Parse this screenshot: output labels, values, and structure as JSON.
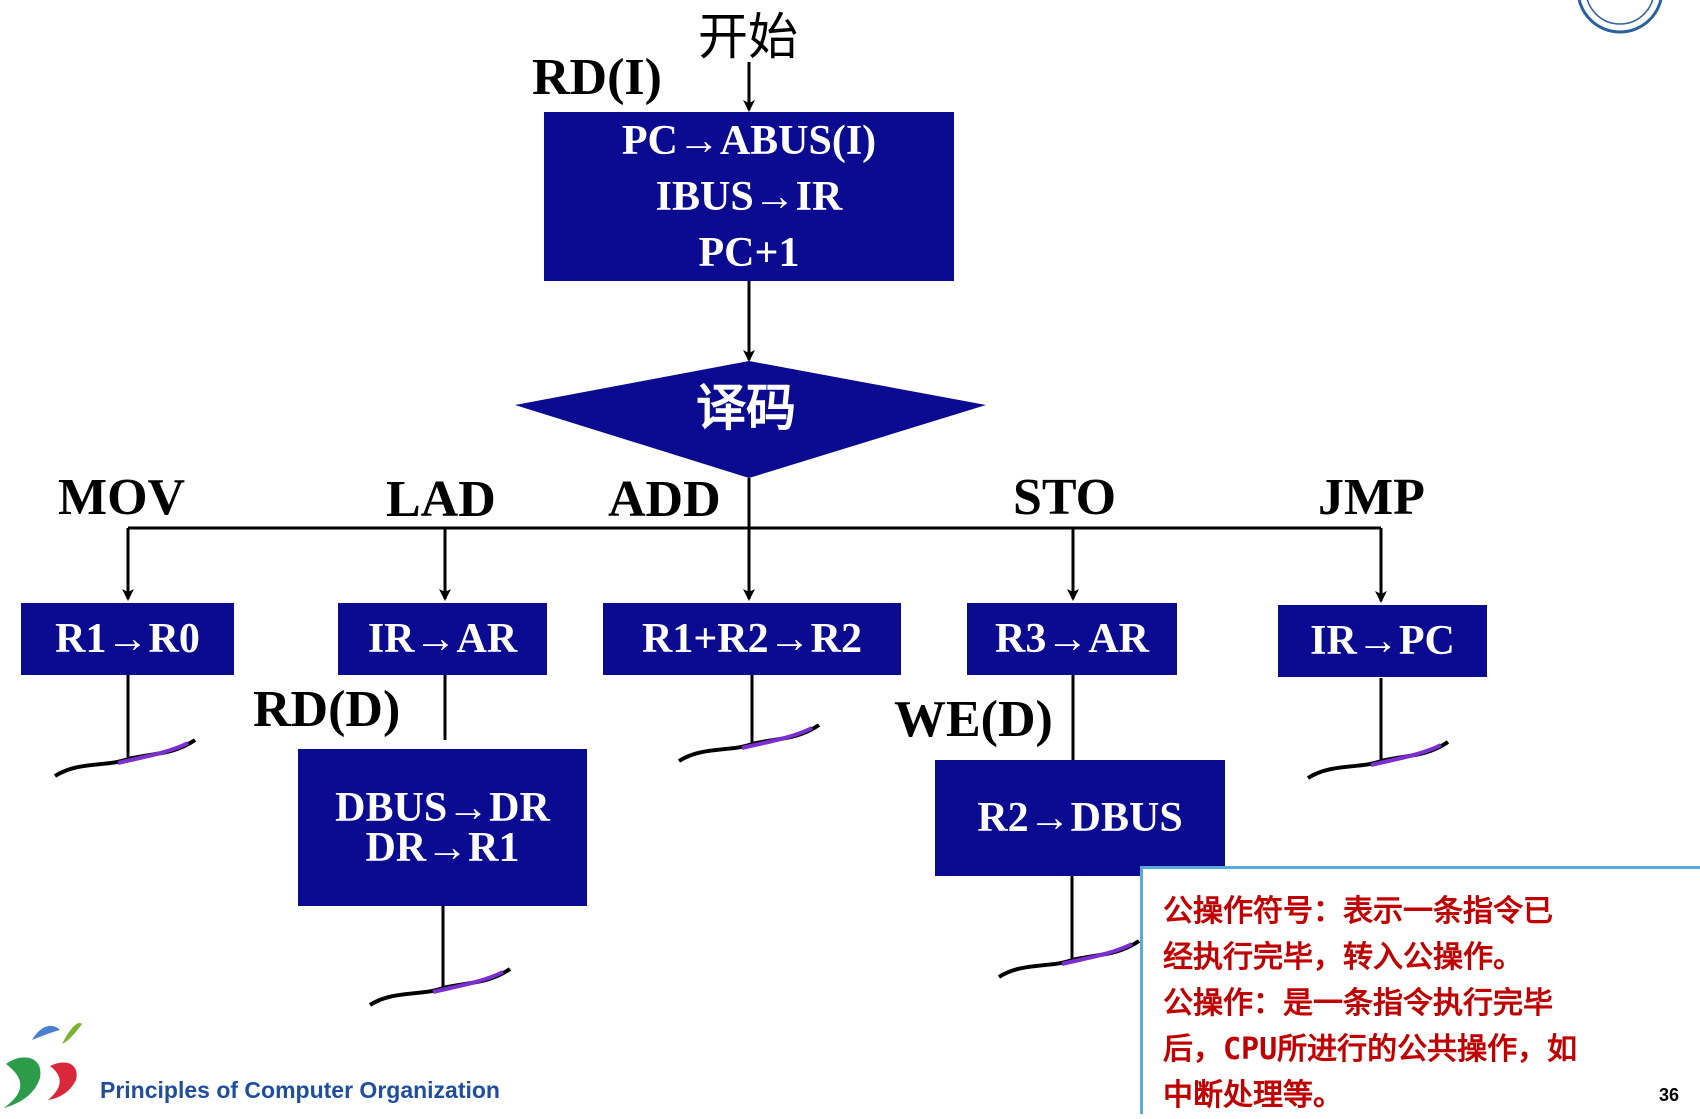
{
  "start_label": "开始",
  "fetch": {
    "signal": "RD(I)",
    "lines": [
      "PC→ABUS(I)",
      "IBUS→IR",
      "PC+1"
    ]
  },
  "decode_label": "译码",
  "branches": {
    "mov": {
      "op": "MOV",
      "lines": [
        "R1→R0"
      ]
    },
    "lad": {
      "op": "LAD",
      "lines": [
        "IR→AR"
      ],
      "signal": "RD(D)",
      "second_lines": [
        "DBUS→DR",
        "DR→R1"
      ]
    },
    "add": {
      "op": "ADD",
      "lines": [
        "R1+R2→R2"
      ]
    },
    "sto": {
      "op": "STO",
      "lines": [
        "R3→AR"
      ],
      "signal": "WE(D)",
      "second_lines": [
        "R2→DBUS"
      ]
    },
    "jmp": {
      "op": "JMP",
      "lines": [
        "IR→PC"
      ]
    }
  },
  "note": {
    "lines": [
      "公操作符号：表示一条指令已",
      "经执行完毕，转入公操作。",
      "公操作：是一条指令执行完毕",
      "后，CPU所进行的公共操作，如",
      "中断处理等。"
    ]
  },
  "footer_text": "Principles of Computer Organization",
  "page_number": "36",
  "colors": {
    "box_fill": "#0b0b91",
    "note_text": "#c00000",
    "note_border": "#5aa8dc",
    "footer_text": "#1f4e9e",
    "end_symbol_accent": "#7b2fd0"
  }
}
